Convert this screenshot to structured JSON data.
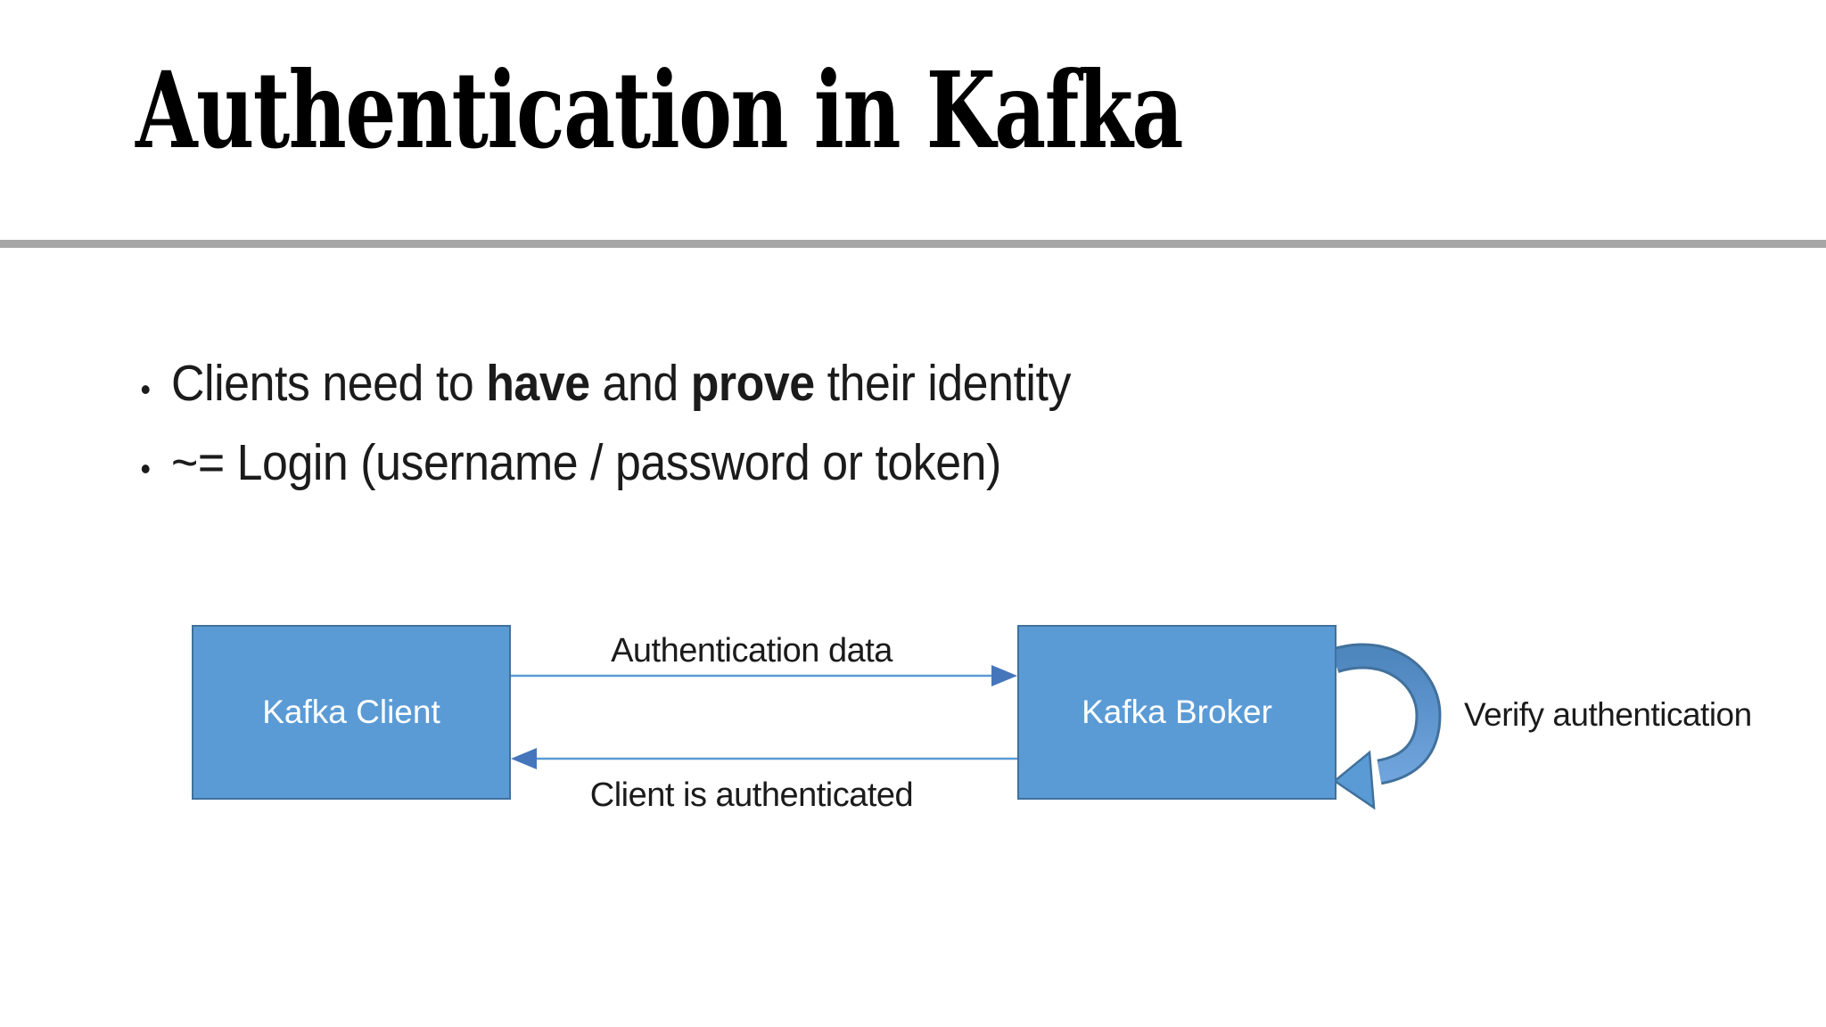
{
  "theme": {
    "title-color": "#000000",
    "body-text-color": "#1B1B1B",
    "divider-color": "#A6A6A6",
    "box-fill": "#5B9BD5",
    "box-border": "#41719C",
    "box-text-color": "#FFFFFF",
    "arrow-color": "#5B9BD5",
    "arrowhead-color": "#4576BC"
  },
  "header": {
    "title": "Authentication in Kafka"
  },
  "bullets": {
    "marker": "•",
    "item1": {
      "part1": "Clients need to ",
      "bold1": "have",
      "part2": " and ",
      "bold2": "prove",
      "part3": " their identity"
    },
    "item2": "~= Login (username / password or token)"
  },
  "diagram": {
    "client_box_label": "Kafka Client",
    "broker_box_label": "Kafka Broker",
    "top_arrow_label": "Authentication data",
    "bottom_arrow_label": "Client is authenticated",
    "loop_arrow_label": "Verify authentication"
  }
}
